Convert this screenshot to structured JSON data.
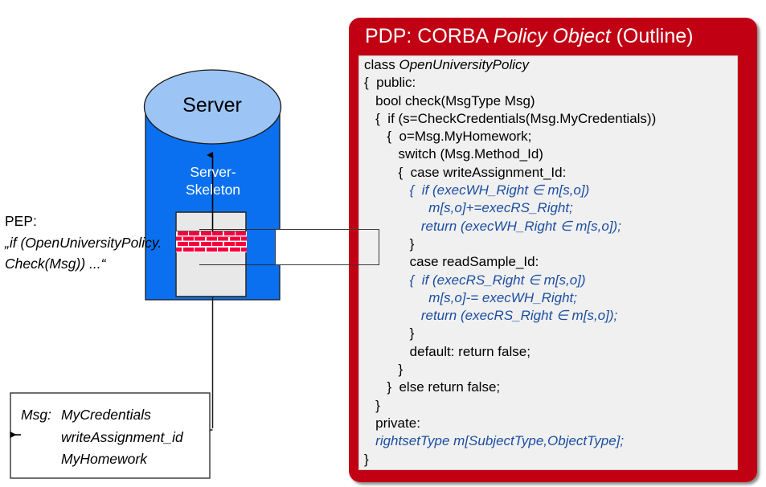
{
  "diagram": {
    "title_domain": "security-policy-architecture-diagram",
    "colors": {
      "panel_red": "#C10014",
      "server_blue": "#0A70F0",
      "cylinder_top_blue": "#9CC4F5",
      "code_blue": "#1B4EA0",
      "code_background": "#F0F0F0",
      "brick_red": "#F5003C",
      "box_gray": "#E8E8E8"
    }
  },
  "server": {
    "title": "Server",
    "skeleton_label_line1": "Server-",
    "skeleton_label_line2": "Skeleton"
  },
  "pep": {
    "label": "PEP:",
    "quote_line1": "„if (OpenUniversityPolicy.",
    "quote_line2": "Check(Msg)) ...“"
  },
  "msg_box": {
    "key": "Msg:",
    "values": [
      "MyCredentials",
      "writeAssignment_id",
      "MyHomework"
    ]
  },
  "pdp": {
    "title_prefix": "PDP: CORBA ",
    "title_italic": "Policy Object",
    "title_suffix": " (Outline)",
    "code_lines": [
      {
        "text": "class ",
        "italic_tail": "OpenUniversityPolicy",
        "style": "mixed"
      },
      {
        "text": "{  public:",
        "style": "plain"
      },
      {
        "text": "   bool check(MsgType Msg)",
        "style": "plain"
      },
      {
        "text": "   {  if (s=CheckCredentials(Msg.MyCredentials))",
        "style": "plain"
      },
      {
        "text": "      {  o=Msg.MyHomework;",
        "style": "plain"
      },
      {
        "text": "         switch (Msg.Method_Id)",
        "style": "plain"
      },
      {
        "text": "         {  case writeAssignment_Id:",
        "style": "plain"
      },
      {
        "text": "            {  if (execWH_Right ∈ m[s,o])",
        "style": "blue"
      },
      {
        "text": "                 m[s,o]+=execRS_Right;",
        "style": "blue"
      },
      {
        "text": "               return (execWH_Right ∈ m[s,o]);",
        "style": "blue"
      },
      {
        "text": "            }",
        "style": "plain"
      },
      {
        "text": "            case readSample_Id:",
        "style": "plain"
      },
      {
        "text": "            {  if (execRS_Right ∈ m[s,o])",
        "style": "blue"
      },
      {
        "text": "                 m[s,o]-= execWH_Right;",
        "style": "blue"
      },
      {
        "text": "               return (execRS_Right ∈ m[s,o]);",
        "style": "blue"
      },
      {
        "text": "            }",
        "style": "plain"
      },
      {
        "text": "            default: return false;",
        "style": "plain"
      },
      {
        "text": "         }",
        "style": "plain"
      },
      {
        "text": "      }  else return false;",
        "style": "plain"
      },
      {
        "text": "   }",
        "style": "plain"
      },
      {
        "text": "   private:",
        "style": "plain"
      },
      {
        "text": "   rightsetType m[SubjectType,ObjectType];",
        "style": "blue"
      },
      {
        "text": "}",
        "style": "plain"
      }
    ]
  }
}
